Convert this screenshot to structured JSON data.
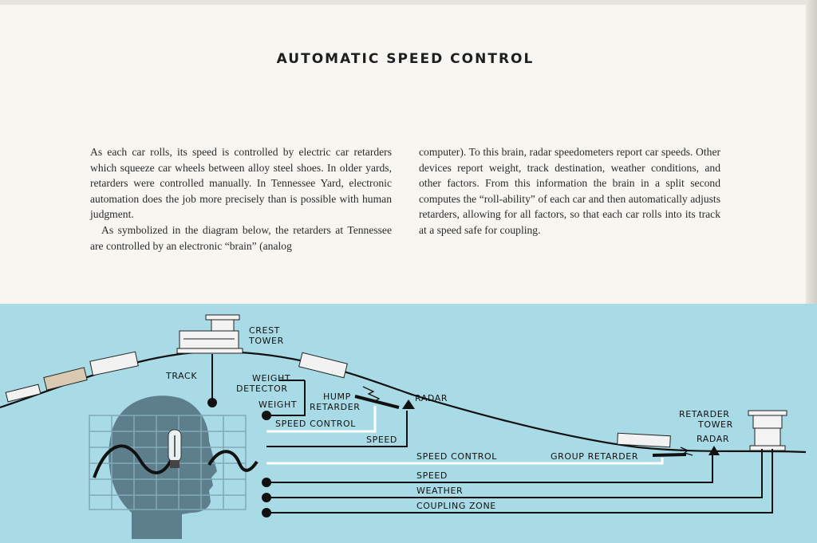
{
  "page": {
    "title": "AUTOMATIC SPEED CONTROL",
    "body_left": [
      "As each car rolls, its speed is controlled by electric car retarders which squeeze car wheels between alloy steel shoes. In older yards, retarders were controlled manually. In Tennessee Yard, electronic automation does the job more precisely than is possible with human judgment.",
      "As symbolized in the diagram below, the retarders at Tennessee are controlled by an electronic “brain” (analog"
    ],
    "body_right": [
      "computer). To this brain, radar speedometers report car speeds. Other devices report weight, track destination, weather conditions, and other factors. From this information the brain in a split second computes the “roll-ability” of each car and then automatically adjusts retarders, allowing for all factors, so that each car rolls into its track at a speed safe for coupling."
    ]
  },
  "diagram": {
    "labels": {
      "crest_tower_1": "CREST",
      "crest_tower_2": "TOWER",
      "track": "TRACK",
      "weight_detector_1": "WEIGHT",
      "weight_detector_2": "DETECTOR",
      "hump_retarder_1": "HUMP",
      "hump_retarder_2": "RETARDER",
      "radar_1": "RADAR",
      "weight": "WEIGHT",
      "speed_control_1": "SPEED CONTROL",
      "speed_1": "SPEED",
      "retarder_tower_1": "RETARDER",
      "retarder_tower_2": "TOWER",
      "radar_2": "RADAR",
      "speed_control_2": "SPEED CONTROL",
      "group_retarder": "GROUP RETARDER",
      "speed_2": "SPEED",
      "weather": "WEATHER",
      "coupling_zone": "COUPLING ZONE"
    },
    "colors": {
      "background": "#a9dbe6",
      "line": "#111111",
      "white_line": "#ffffff",
      "head": "#5d7f8c",
      "grid": "#7fa9b6"
    }
  }
}
